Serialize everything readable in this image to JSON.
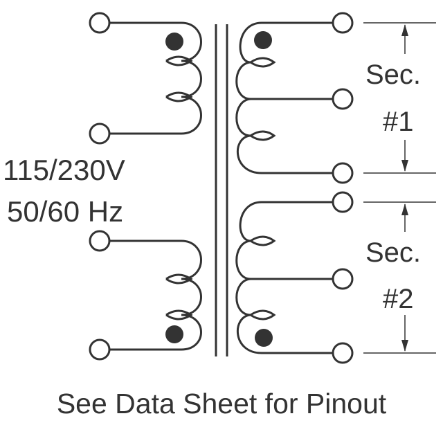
{
  "primary": {
    "voltage": "115/230V",
    "frequency": "50/60 Hz"
  },
  "secondary_1": {
    "label": "Sec.",
    "number": "#1"
  },
  "secondary_2": {
    "label": "Sec.",
    "number": "#2"
  },
  "footer": "See Data Sheet for Pinout",
  "colors": {
    "stroke": "#333333",
    "background": "#ffffff"
  }
}
